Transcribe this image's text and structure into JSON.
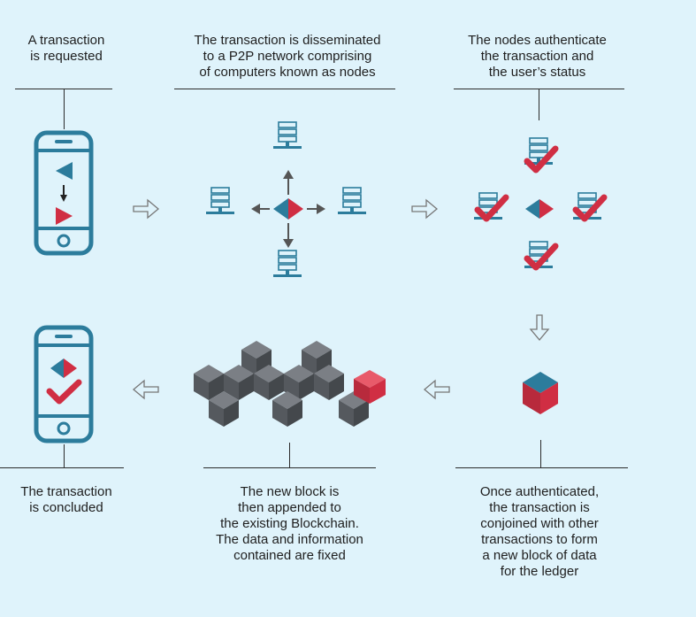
{
  "steps": {
    "requested": "A transaction\nis requested",
    "disseminated": "The transaction is disseminated\nto a P2P network comprising\nof computers known as nodes",
    "authenticate": "The nodes authenticate\nthe transaction and\nthe user’s status",
    "concluded": "The transaction\nis concluded",
    "appended": "The new block is\nthen appended to\nthe existing Blockchain.\nThe data and information\ncontained are fixed",
    "conjoined": "Once authenticated,\nthe transaction is\nconjoined with other\ntransactions to form\na new block of data\nfor the ledger"
  },
  "colors": {
    "background": "#dff3fb",
    "teal": "#2c7c9c",
    "red": "#d02e43",
    "cube_gray": "#5f6369",
    "arrow_gray": "#777777"
  }
}
